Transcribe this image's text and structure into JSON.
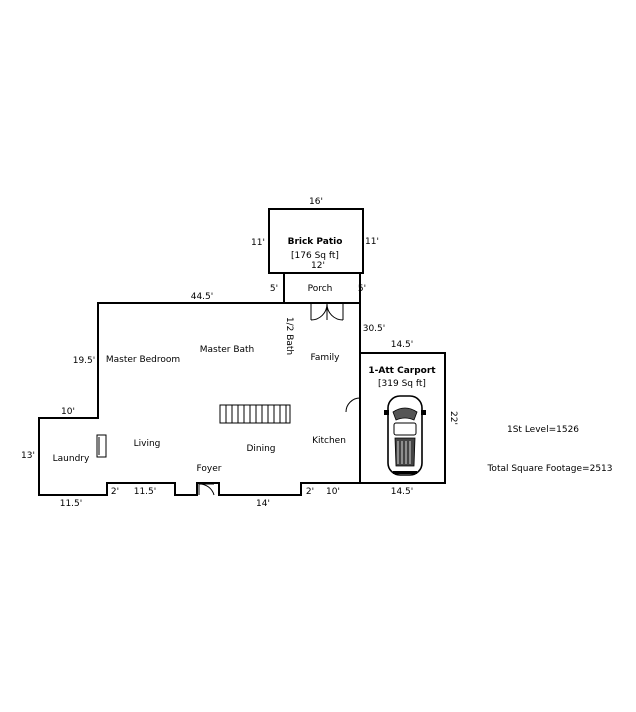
{
  "rooms": {
    "brick_patio": "Brick Patio",
    "brick_patio_area": "[176 Sq ft]",
    "porch": "Porch",
    "half_bath": "1/2 Bath",
    "master_bedroom": "Master Bedroom",
    "master_bath": "Master Bath",
    "family": "Family",
    "laundry": "Laundry",
    "living": "Living",
    "dining": "Dining",
    "kitchen": "Kitchen",
    "foyer": "Foyer",
    "carport": "1-Att Carport",
    "carport_area": "[319 Sq ft]"
  },
  "dimensions": {
    "patio_top": "16'",
    "patio_left": "11'",
    "patio_right": "11'",
    "patio_bottom": "12'",
    "porch_left": "5'",
    "porch_right": "5'",
    "house_top": "44.5'",
    "house_right": "30.5'",
    "bedroom_left": "19.5'",
    "laundry_top": "10'",
    "laundry_left": "13'",
    "bottom_laundry": "11.5'",
    "bottom_step1": "2'",
    "bottom_living": "11.5'",
    "bottom_dining": "14'",
    "bottom_step2": "2'",
    "bottom_kitchen": "10'",
    "carport_top": "14.5'",
    "carport_right": "22'",
    "carport_bottom": "14.5'"
  },
  "summary": {
    "first_level": "1St Level=1526",
    "total": "Total Square Footage=2513"
  }
}
